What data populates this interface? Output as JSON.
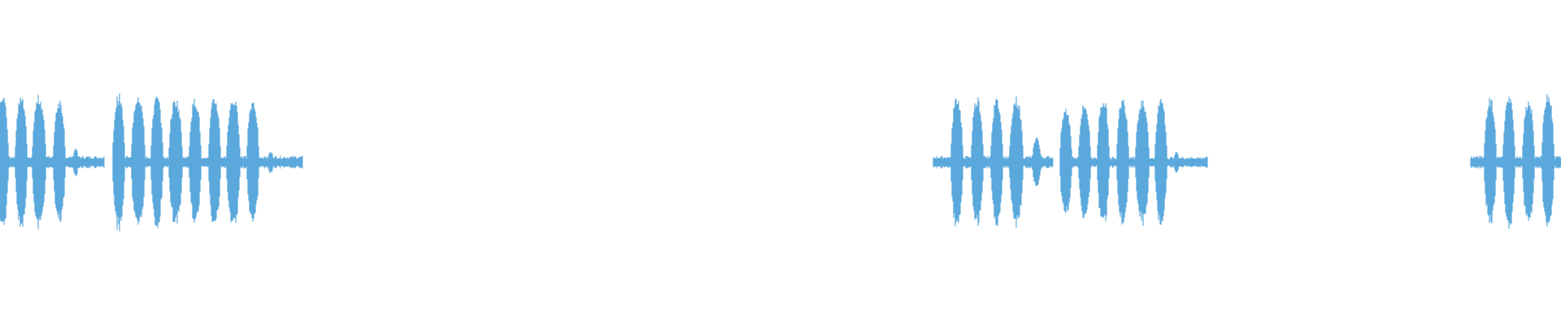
{
  "waveform": {
    "color": "#5aa8dc",
    "background": "#ffffff",
    "clusters": [
      {
        "name": "cluster-1",
        "bursts": [
          {
            "c": 2,
            "w": 8,
            "a": 0.92
          },
          {
            "c": 26,
            "w": 7,
            "a": 0.84
          },
          {
            "c": 48,
            "w": 8,
            "a": 0.86
          },
          {
            "c": 73,
            "w": 7,
            "a": 0.82
          },
          {
            "c": 93,
            "w": 3,
            "a": 0.18
          }
        ],
        "tail": [
          96,
          128
        ],
        "floor": 0.08
      },
      {
        "name": "cluster-2",
        "bursts": [
          {
            "c": 146,
            "w": 7,
            "a": 0.88
          },
          {
            "c": 170,
            "w": 8,
            "a": 0.9
          },
          {
            "c": 193,
            "w": 7,
            "a": 0.86
          },
          {
            "c": 216,
            "w": 8,
            "a": 0.83
          },
          {
            "c": 240,
            "w": 7,
            "a": 0.83
          },
          {
            "c": 264,
            "w": 7,
            "a": 0.84
          },
          {
            "c": 287,
            "w": 8,
            "a": 0.84
          },
          {
            "c": 311,
            "w": 7,
            "a": 0.82
          },
          {
            "c": 333,
            "w": 3,
            "a": 0.14
          }
        ],
        "tail": [
          336,
          372
        ],
        "floor": 0.08
      },
      {
        "name": "cluster-3",
        "bursts": [
          {
            "c": 1150,
            "w": 2,
            "a": 0.05
          },
          {
            "c": 1177,
            "w": 7,
            "a": 0.85
          },
          {
            "c": 1202,
            "w": 7,
            "a": 0.85
          },
          {
            "c": 1226,
            "w": 7,
            "a": 0.82
          },
          {
            "c": 1250,
            "w": 8,
            "a": 0.84
          },
          {
            "c": 1275,
            "w": 5,
            "a": 0.32
          }
        ],
        "tail": [
          1280,
          1295
        ],
        "floor": 0.08
      },
      {
        "name": "cluster-4",
        "bursts": [
          {
            "c": 1311,
            "w": 7,
            "a": 0.7
          },
          {
            "c": 1334,
            "w": 7,
            "a": 0.76
          },
          {
            "c": 1357,
            "w": 7,
            "a": 0.84
          },
          {
            "c": 1381,
            "w": 7,
            "a": 0.83
          },
          {
            "c": 1405,
            "w": 8,
            "a": 0.82
          },
          {
            "c": 1428,
            "w": 7,
            "a": 0.82
          },
          {
            "c": 1447,
            "w": 3,
            "a": 0.14
          }
        ],
        "tail": [
          1450,
          1485
        ],
        "floor": 0.07
      },
      {
        "name": "cluster-5",
        "bursts": [
          {
            "c": 1811,
            "w": 2,
            "a": 0.05
          },
          {
            "c": 1833,
            "w": 7,
            "a": 0.83
          },
          {
            "c": 1856,
            "w": 7,
            "a": 0.85
          },
          {
            "c": 1880,
            "w": 7,
            "a": 0.82
          },
          {
            "c": 1904,
            "w": 7,
            "a": 0.92
          }
        ],
        "tail": [
          1908,
          1920
        ],
        "floor": 0.08
      }
    ]
  }
}
